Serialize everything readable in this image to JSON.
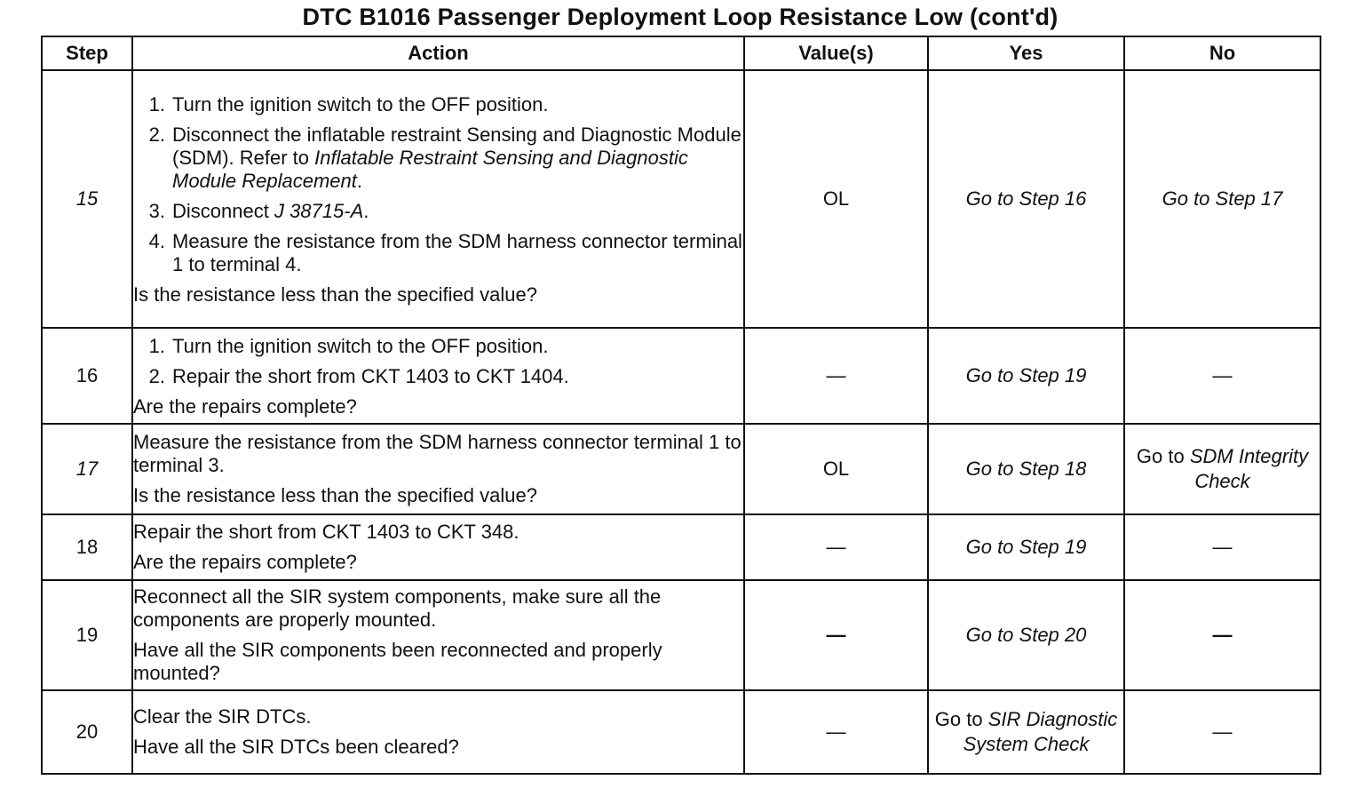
{
  "title": "DTC B1016 Passenger Deployment Loop Resistance Low  (cont'd)",
  "headers": {
    "step": "Step",
    "action": "Action",
    "values": "Value(s)",
    "yes": "Yes",
    "no": "No"
  },
  "rows": [
    {
      "step": "15",
      "items": [
        {
          "num": "1.",
          "text": "Turn the ignition switch to the OFF position."
        },
        {
          "num": "2.",
          "text": "Disconnect the inflatable restraint Sensing and Diagnostic Module (SDM). Refer to ",
          "italic": "Inflatable Restraint Sensing and Diagnostic Module Replacement",
          "after": "."
        },
        {
          "num": "3.",
          "text": "Disconnect ",
          "italic": "J 38715-A",
          "after": "."
        },
        {
          "num": "4.",
          "text": "Measure the resistance from the SDM harness connector terminal 1 to terminal 4."
        }
      ],
      "question": "Is the resistance less than the specified value?",
      "value": "OL",
      "yes": "Go to Step 16",
      "no": "Go to Step 17"
    },
    {
      "step": "16",
      "items": [
        {
          "num": "1.",
          "text": "Turn the ignition switch to the OFF position."
        },
        {
          "num": "2.",
          "text": "Repair the short from CKT 1403 to CKT 1404."
        }
      ],
      "question": "Are the repairs complete?",
      "value": "—",
      "yes": "Go to Step 19",
      "no": "—"
    },
    {
      "step": "17",
      "para": "Measure the resistance from the SDM harness connector terminal 1 to terminal 3.",
      "question": "Is the resistance less than the specified value?",
      "value": "OL",
      "yes": "Go to Step 18",
      "no_prefix": "Go to ",
      "no_italic": "SDM Integrity Check"
    },
    {
      "step": "18",
      "para": "Repair the short from CKT 1403 to CKT 348.",
      "question": "Are the repairs complete?",
      "value": "—",
      "yes": "Go to Step 19",
      "no": "—"
    },
    {
      "step": "19",
      "para": "Reconnect all the SIR system components, make sure all the components are properly mounted.",
      "question": "Have all the SIR components been reconnected and properly mounted?",
      "value": "—",
      "yes": "Go to Step 20",
      "no": "—"
    },
    {
      "step": "20",
      "para": "Clear the SIR DTCs.",
      "question": "Have all the SIR DTCs been cleared?",
      "value": "—",
      "yes_prefix": "Go to ",
      "yes_italic": "SIR Diagnostic System Check",
      "no": "—"
    }
  ]
}
